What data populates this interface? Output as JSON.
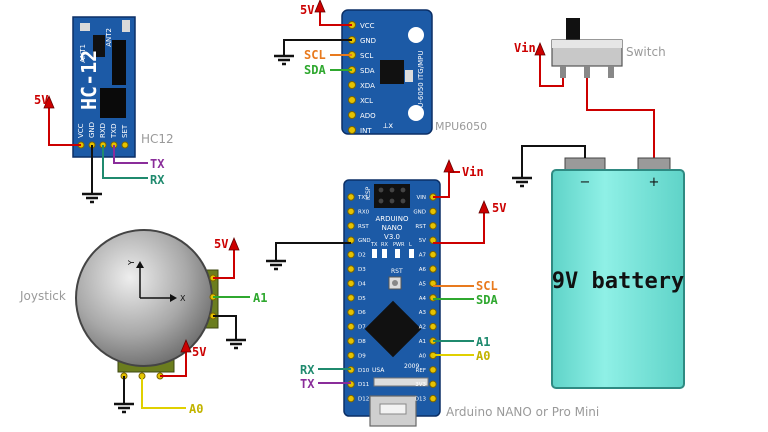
{
  "modules": {
    "hc12": {
      "title": "HC-12",
      "caption": "HC12",
      "ant1": "ANT1",
      "ant2": "ANT2",
      "pins": [
        "VCC",
        "GND",
        "RXD",
        "TXD",
        "SET"
      ]
    },
    "mpu": {
      "caption": "MPU6050",
      "board_text": "MPU-6050 ITG/MPU",
      "pins": [
        "VCC",
        "GND",
        "SCL",
        "SDA",
        "XDA",
        "XCL",
        "ADO",
        "INT"
      ]
    },
    "switch": {
      "caption": "Switch"
    },
    "battery": {
      "label": "9V battery",
      "minus": "−",
      "plus": "+"
    },
    "arduino": {
      "caption": "Arduino NANO or Pro Mini",
      "board_text": [
        "ARDUINO",
        "NANO",
        "V3.0"
      ],
      "icsp": "ICSP",
      "rst": "RST",
      "year": "2009",
      "usa": "USA",
      "leds": [
        "TX",
        "RX",
        "PWR",
        "L"
      ],
      "left_pins": [
        "TX1",
        "RX0",
        "RST",
        "GND",
        "D2",
        "D3",
        "D4",
        "D5",
        "D6",
        "D7",
        "D8",
        "D9",
        "D10",
        "D11",
        "D12"
      ],
      "right_pins": [
        "VIN",
        "GND",
        "RST",
        "5V",
        "A7",
        "A6",
        "A5",
        "A4",
        "A3",
        "A2",
        "A1",
        "A0",
        "REF",
        "3V3",
        "D13"
      ]
    },
    "joystick": {
      "caption": "Joystick",
      "x_axis": "X",
      "y_axis": "Y"
    }
  },
  "labels": {
    "v5": "5V",
    "vin": "Vin",
    "scl": "SCL",
    "sda": "SDA",
    "tx": "TX",
    "rx": "RX",
    "a0": "A0",
    "a1": "A1"
  },
  "colors": {
    "power": "#cc0000",
    "scl": "#e87a1e",
    "sda": "#2fa82f",
    "tx": "#8a2d9a",
    "rx": "#1f8a6e",
    "analog": "#e0d000",
    "board": "#1c5aa6",
    "battery": "#7fe3d8",
    "ground": "#111111"
  }
}
